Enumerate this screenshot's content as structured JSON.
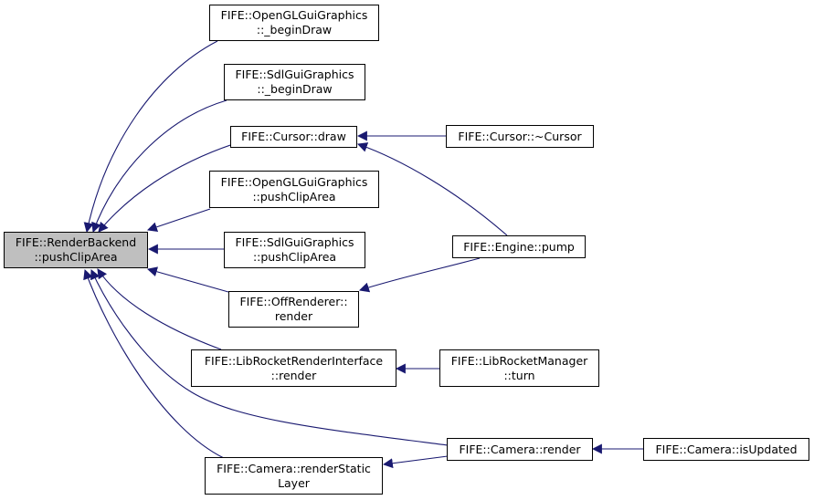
{
  "colors": {
    "edge": "#191970",
    "root_fill": "#bfbfbf",
    "node_fill": "#ffffff",
    "border": "#000000"
  },
  "nodes": {
    "root": {
      "line1": "FIFE::RenderBackend",
      "line2": "::pushClipArea"
    },
    "oglBegin": {
      "line1": "FIFE::OpenGLGuiGraphics",
      "line2": "::_beginDraw"
    },
    "sdlBegin": {
      "line1": "FIFE::SdlGuiGraphics",
      "line2": "::_beginDraw"
    },
    "cursorDraw": {
      "line1": "FIFE::Cursor::draw"
    },
    "oglPush": {
      "line1": "FIFE::OpenGLGuiGraphics",
      "line2": "::pushClipArea"
    },
    "sdlPush": {
      "line1": "FIFE::SdlGuiGraphics",
      "line2": "::pushClipArea"
    },
    "offRender": {
      "line1": "FIFE::OffRenderer::",
      "line2": "render"
    },
    "libRocketRender": {
      "line1": "FIFE::LibRocketRenderInterface",
      "line2": "::render"
    },
    "cameraStatic": {
      "line1": "FIFE::Camera::renderStatic",
      "line2": "Layer"
    },
    "cursorDtor": {
      "line1": "FIFE::Cursor::~Cursor"
    },
    "enginePump": {
      "line1": "FIFE::Engine::pump"
    },
    "libRocketTurn": {
      "line1": "FIFE::LibRocketManager",
      "line2": "::turn"
    },
    "cameraRender": {
      "line1": "FIFE::Camera::render"
    },
    "cameraUpdated": {
      "line1": "FIFE::Camera::isUpdated"
    }
  }
}
